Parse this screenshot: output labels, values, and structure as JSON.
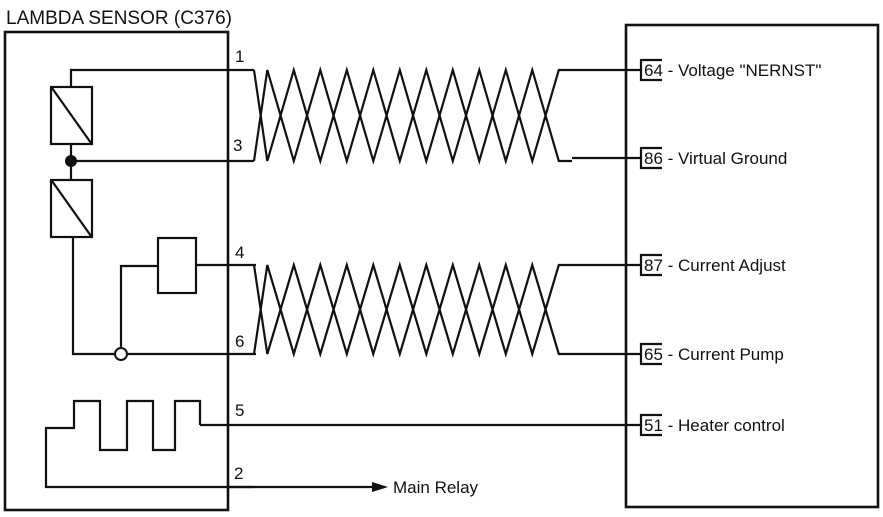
{
  "title": "LAMBDA SENSOR (C376)",
  "sensor_pins": {
    "p1": "1",
    "p3": "3",
    "p4": "4",
    "p6": "6",
    "p5": "5",
    "p2": "2"
  },
  "ecu_terminals": [
    {
      "num": "64",
      "label": " - Voltage \"NERNST\""
    },
    {
      "num": "86",
      "label": " - Virtual Ground"
    },
    {
      "num": "87",
      "label": " - Current Adjust"
    },
    {
      "num": "65",
      "label": " - Current Pump"
    },
    {
      "num": "51",
      "label": " - Heater control"
    }
  ],
  "main_relay_label": "Main Relay",
  "twisted_pairs": [
    {
      "name": "nernst-pair",
      "pins": [
        "1",
        "3"
      ],
      "terminals": [
        "64",
        "86"
      ],
      "twists": 11
    },
    {
      "name": "pump-pair",
      "pins": [
        "4",
        "6"
      ],
      "terminals": [
        "87",
        "65"
      ],
      "twists": 11
    }
  ],
  "colors": {
    "ink": "#111111",
    "background": "#ffffff"
  }
}
